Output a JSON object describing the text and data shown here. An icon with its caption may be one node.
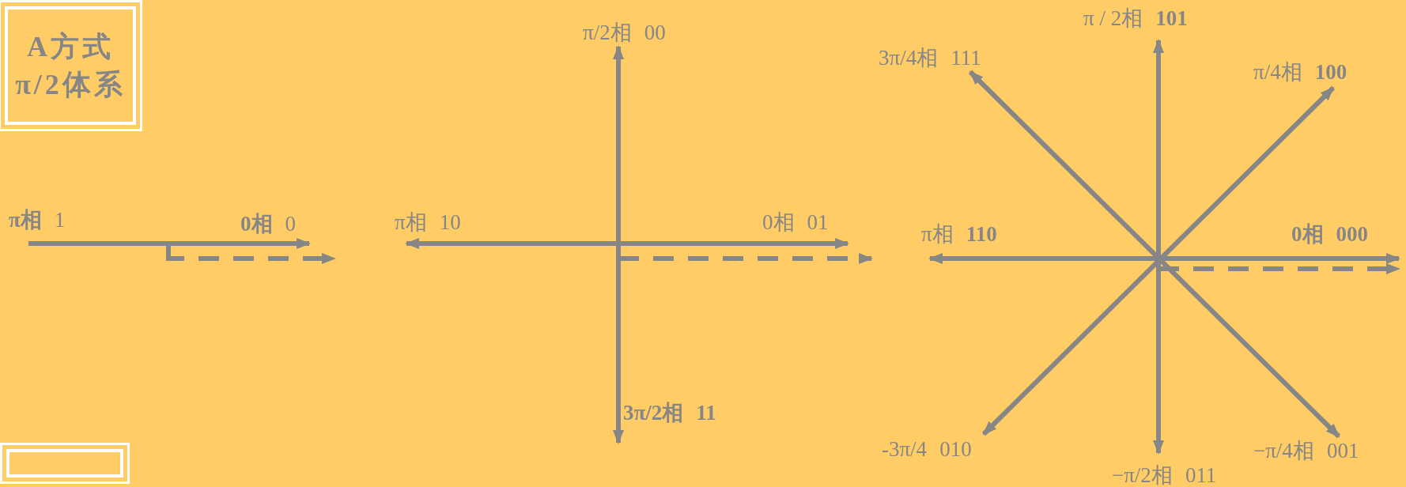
{
  "diagram": {
    "nodes": [
      {
        "text": [
          "A方式",
          "π/2体系"
        ]
      },
      {
        "text": [],
        "shape": "box"
      },
      {
        "text": [
          "π相",
          "1"
        ]
      },
      {
        "text": [
          "0相",
          "0"
        ]
      },
      {
        "text": [
          "π/2相",
          "00"
        ]
      },
      {
        "text": [
          "π相",
          "10"
        ]
      },
      {
        "text": [
          "0相",
          "01"
        ]
      },
      {
        "text": [
          "3π/2相",
          "11"
        ]
      },
      {
        "text": [
          "π / 2相",
          "101"
        ]
      },
      {
        "text": [
          "3π/4相",
          "111"
        ]
      },
      {
        "text": [
          "π/4相",
          "100"
        ]
      },
      {
        "text": [
          "π相",
          "110"
        ]
      },
      {
        "text": [
          "0相",
          "000"
        ]
      },
      {
        "text": [
          "-3π/4",
          "010"
        ]
      },
      {
        "text": [
          "−π/4相",
          "001"
        ]
      },
      {
        "text": [
          "−π/2相",
          "011"
        ]
      }
    ],
    "edges": [
      {
        "from": 2,
        "to": 3,
        "arrow": "to"
      },
      {
        "from": 5,
        "to": 6,
        "arrow": "both"
      },
      {
        "from": 4,
        "to": 7,
        "arrow": "both"
      },
      {
        "from": 11,
        "to": 12,
        "arrow": "both"
      },
      {
        "from": 8,
        "to": 15,
        "arrow": "both"
      },
      {
        "from": 9,
        "to": 14,
        "arrow": "both"
      },
      {
        "from": 10,
        "to": 13,
        "arrow": "both"
      },
      {
        "from": null,
        "to": 3,
        "arrow": "to",
        "style": "dashed"
      },
      {
        "from": null,
        "to": 6,
        "arrow": "to",
        "style": "dashed"
      },
      {
        "from": null,
        "to": 12,
        "arrow": "to",
        "style": "dashed"
      }
    ]
  }
}
